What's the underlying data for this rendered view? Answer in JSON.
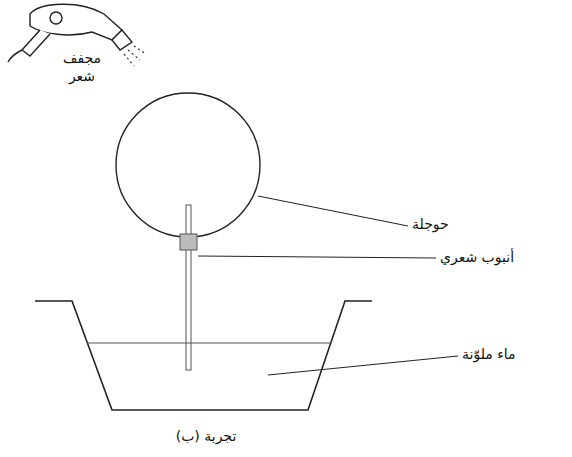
{
  "diagram": {
    "caption": "تجربة (ب)",
    "labels": [
      "مجفف شعر",
      "حوجلة",
      "أنبوب شعري",
      "ماء ملوّنة"
    ]
  }
}
